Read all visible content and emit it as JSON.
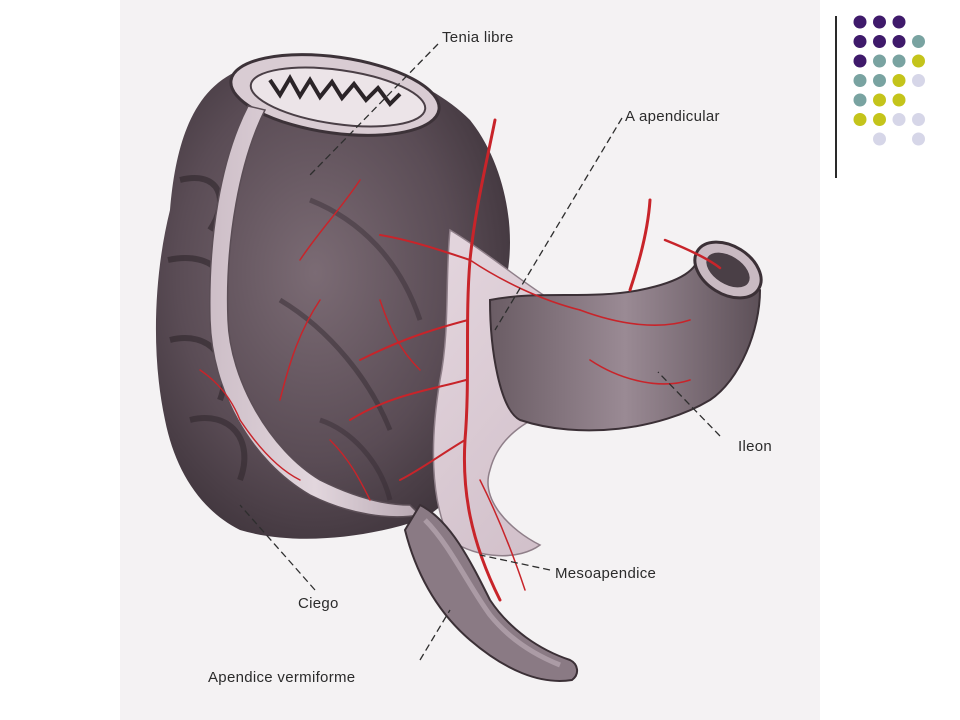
{
  "slide": {
    "labels": {
      "tenia_libre": "Tenia libre",
      "arteria_apendicular": "A  apendicular",
      "ileon": "Ileon",
      "mesoapendice": "Mesoapendice",
      "ciego": "Ciego",
      "apendice_vermiforme": "Apendice vermiforme"
    },
    "colors": {
      "background": "#ffffff",
      "figure_backdrop": "#f3f1f2",
      "tissue_dark": "#4a4046",
      "tissue_mid": "#6e6068",
      "tissue_light": "#b4a4ae",
      "mesentery": "#d8c9d1",
      "artery_red": "#c8242a",
      "dot_purple": "#3f1a6b",
      "dot_teal": "#79a3a1",
      "dot_olive": "#c4c41b",
      "dot_lavender": "#d6d6e8"
    },
    "decoration": {
      "dot_grid": [
        [
          "dot_purple",
          "dot_purple",
          "dot_purple",
          null
        ],
        [
          "dot_purple",
          "dot_purple",
          "dot_purple",
          "dot_teal"
        ],
        [
          "dot_purple",
          "dot_teal",
          "dot_teal",
          "dot_olive"
        ],
        [
          "dot_teal",
          "dot_teal",
          "dot_olive",
          "dot_lavender"
        ],
        [
          "dot_teal",
          "dot_olive",
          "dot_olive",
          null
        ],
        [
          "dot_olive",
          "dot_olive",
          "dot_lavender",
          "dot_lavender"
        ],
        [
          null,
          "dot_lavender",
          null,
          "dot_lavender"
        ]
      ]
    }
  }
}
